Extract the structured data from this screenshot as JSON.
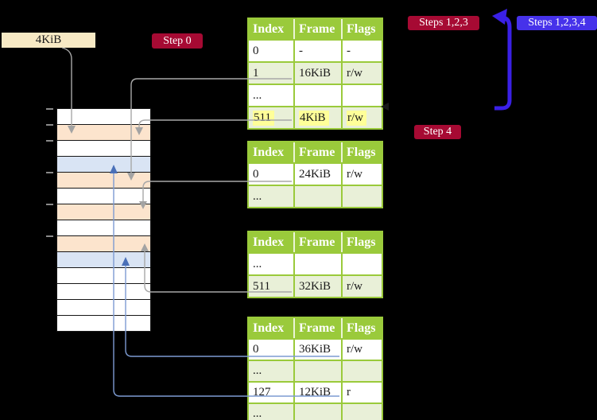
{
  "labels": {
    "page_size": "4KiB"
  },
  "badges": {
    "step0": {
      "label": "Step 0",
      "color": "#a60a33"
    },
    "step4": {
      "label": "Step 4",
      "color": "#a60a33"
    },
    "steps123": {
      "label": "Steps 1,2,3",
      "color": "#a60a33"
    },
    "steps1234": {
      "label": "Steps 1,2,3,4",
      "color": "#4632ea"
    }
  },
  "tables": [
    {
      "name": "page-table-1",
      "headers": [
        "Index",
        "Frame",
        "Flags"
      ],
      "rows": [
        {
          "index": "0",
          "frame": "-",
          "flags": "-",
          "shaded": false,
          "highlighted": false
        },
        {
          "index": "1",
          "frame": "16KiB",
          "flags": "r/w",
          "shaded": true,
          "highlighted": false
        },
        {
          "index": "...",
          "frame": "",
          "flags": "",
          "shaded": false,
          "highlighted": false
        },
        {
          "index": "511",
          "frame": "4KiB",
          "flags": "r/w",
          "shaded": true,
          "highlighted": true
        }
      ]
    },
    {
      "name": "page-table-2",
      "headers": [
        "Index",
        "Frame",
        "Flags"
      ],
      "rows": [
        {
          "index": "0",
          "frame": "24KiB",
          "flags": "r/w",
          "shaded": false,
          "highlighted": false
        },
        {
          "index": "...",
          "frame": "",
          "flags": "",
          "shaded": true,
          "highlighted": false
        }
      ]
    },
    {
      "name": "page-table-3",
      "headers": [
        "Index",
        "Frame",
        "Flags"
      ],
      "rows": [
        {
          "index": "...",
          "frame": "",
          "flags": "",
          "shaded": false,
          "highlighted": false
        },
        {
          "index": "511",
          "frame": "32KiB",
          "flags": "r/w",
          "shaded": true,
          "highlighted": false
        }
      ]
    },
    {
      "name": "page-table-4",
      "headers": [
        "Index",
        "Frame",
        "Flags"
      ],
      "rows": [
        {
          "index": "0",
          "frame": "36KiB",
          "flags": "r/w",
          "shaded": false,
          "highlighted": false
        },
        {
          "index": "...",
          "frame": "",
          "flags": "",
          "shaded": true,
          "highlighted": false
        },
        {
          "index": "127",
          "frame": "12KiB",
          "flags": "r",
          "shaded": false,
          "highlighted": false
        },
        {
          "index": "...",
          "frame": "",
          "flags": "",
          "shaded": true,
          "highlighted": false
        }
      ]
    }
  ],
  "memory": {
    "frames": [
      {
        "type": "free"
      },
      {
        "type": "page_table"
      },
      {
        "type": "free"
      },
      {
        "type": "mapped_page"
      },
      {
        "type": "page_table"
      },
      {
        "type": "free"
      },
      {
        "type": "page_table"
      },
      {
        "type": "free"
      },
      {
        "type": "page_table"
      },
      {
        "type": "mapped_page"
      },
      {
        "type": "free"
      },
      {
        "type": "free"
      },
      {
        "type": "free"
      },
      {
        "type": "free"
      }
    ]
  },
  "colors": {
    "background": "#000000",
    "badge_red": "#a60a33",
    "badge_blue": "#4632ea",
    "table_header_green": "#9aca3b",
    "table_row_green": "#e9f0d8",
    "highlight_yellow": "#ffff99",
    "frame_page_table_peach": "#fce4cd",
    "frame_mapped_page_blue": "#d9e4f4",
    "size_label_cream": "#f7e9c4",
    "connector_gray": "#a8a8a8",
    "connector_blue": "#7d9bd2",
    "thick_arrow_blue": "#3a20e6"
  }
}
